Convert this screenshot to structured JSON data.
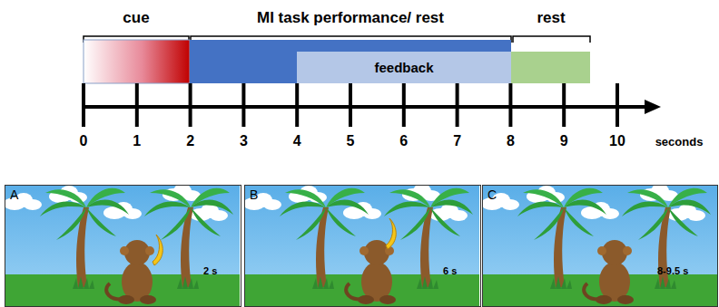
{
  "diagram": {
    "nodes": [
      {
        "text": [
          "feedback"
        ]
      },
      {
        "text": [
          "A",
          "2 s"
        ]
      },
      {
        "text": [
          "B",
          "6 s"
        ]
      },
      {
        "text": [
          "C",
          "8-9.5 s"
        ]
      }
    ],
    "labels": [
      "cue",
      "MI task performance/ rest",
      "rest",
      "0",
      "1",
      "2",
      "3",
      "4",
      "5",
      "6",
      "7",
      "8",
      "9",
      "10",
      "seconds"
    ]
  }
}
